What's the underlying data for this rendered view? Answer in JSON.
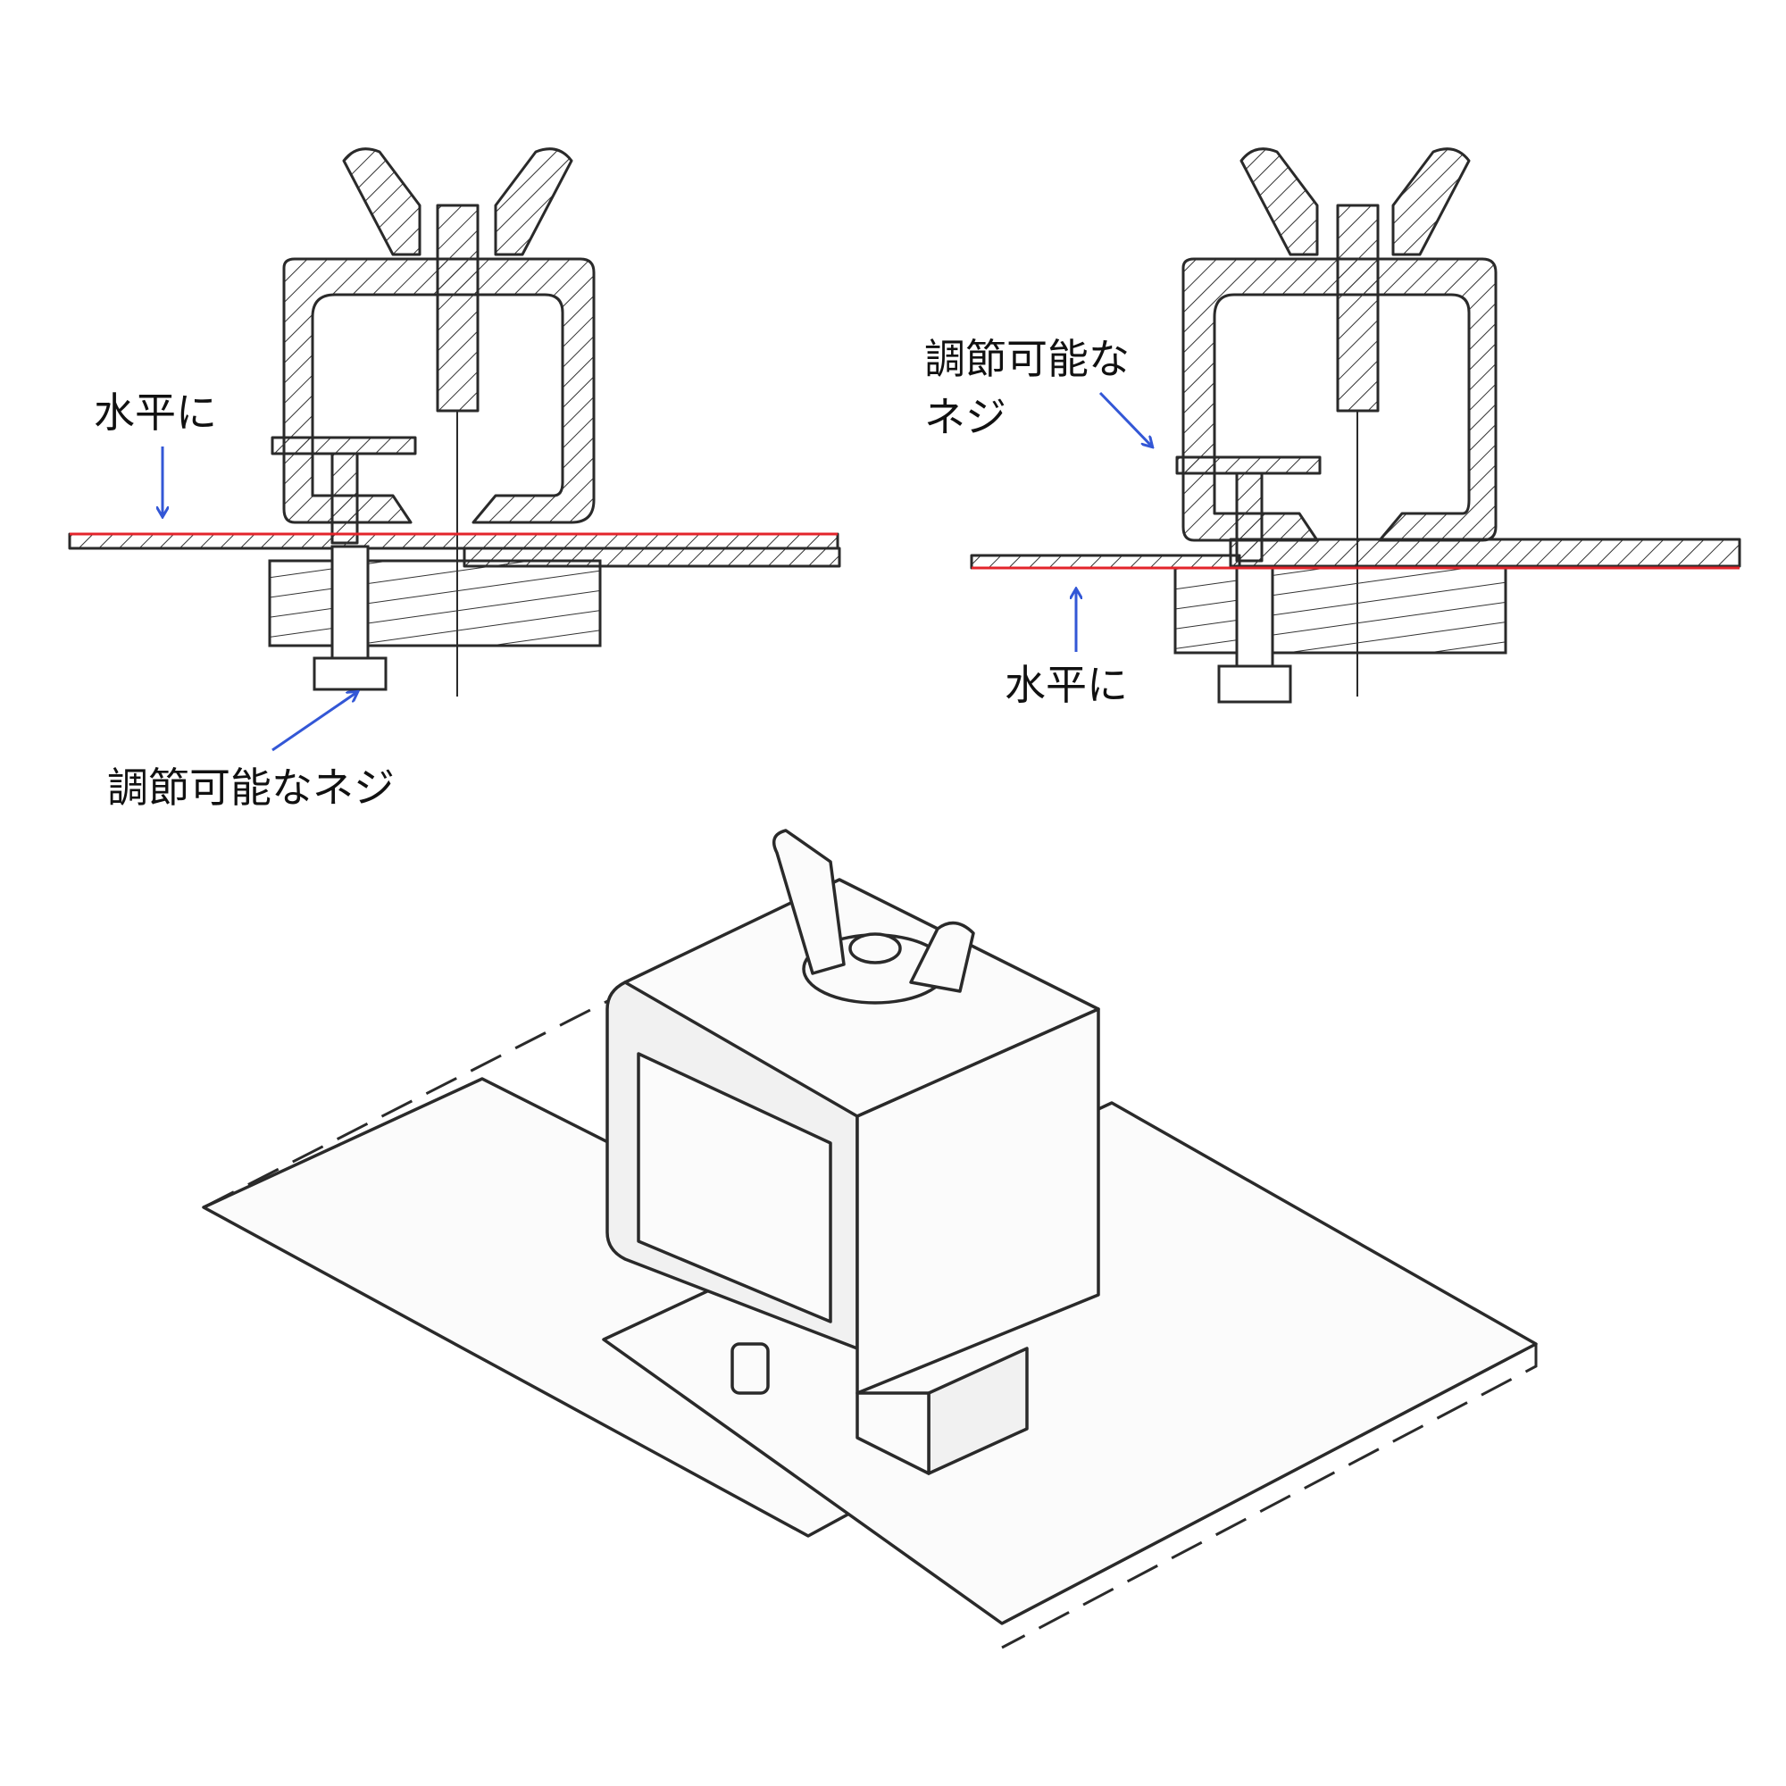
{
  "labels": {
    "left_level": "水平に",
    "left_screw": "調節可能なネジ",
    "right_screw_line1": "調節可能な",
    "right_screw_line2": "ネジ",
    "right_level": "水平に"
  },
  "colors": {
    "level_line": "#e3242b",
    "arrow": "#3357d6",
    "line": "#2a2a2a"
  },
  "icons": [
    "wing-nut",
    "hex-bolt",
    "t-bolt",
    "arrow"
  ]
}
